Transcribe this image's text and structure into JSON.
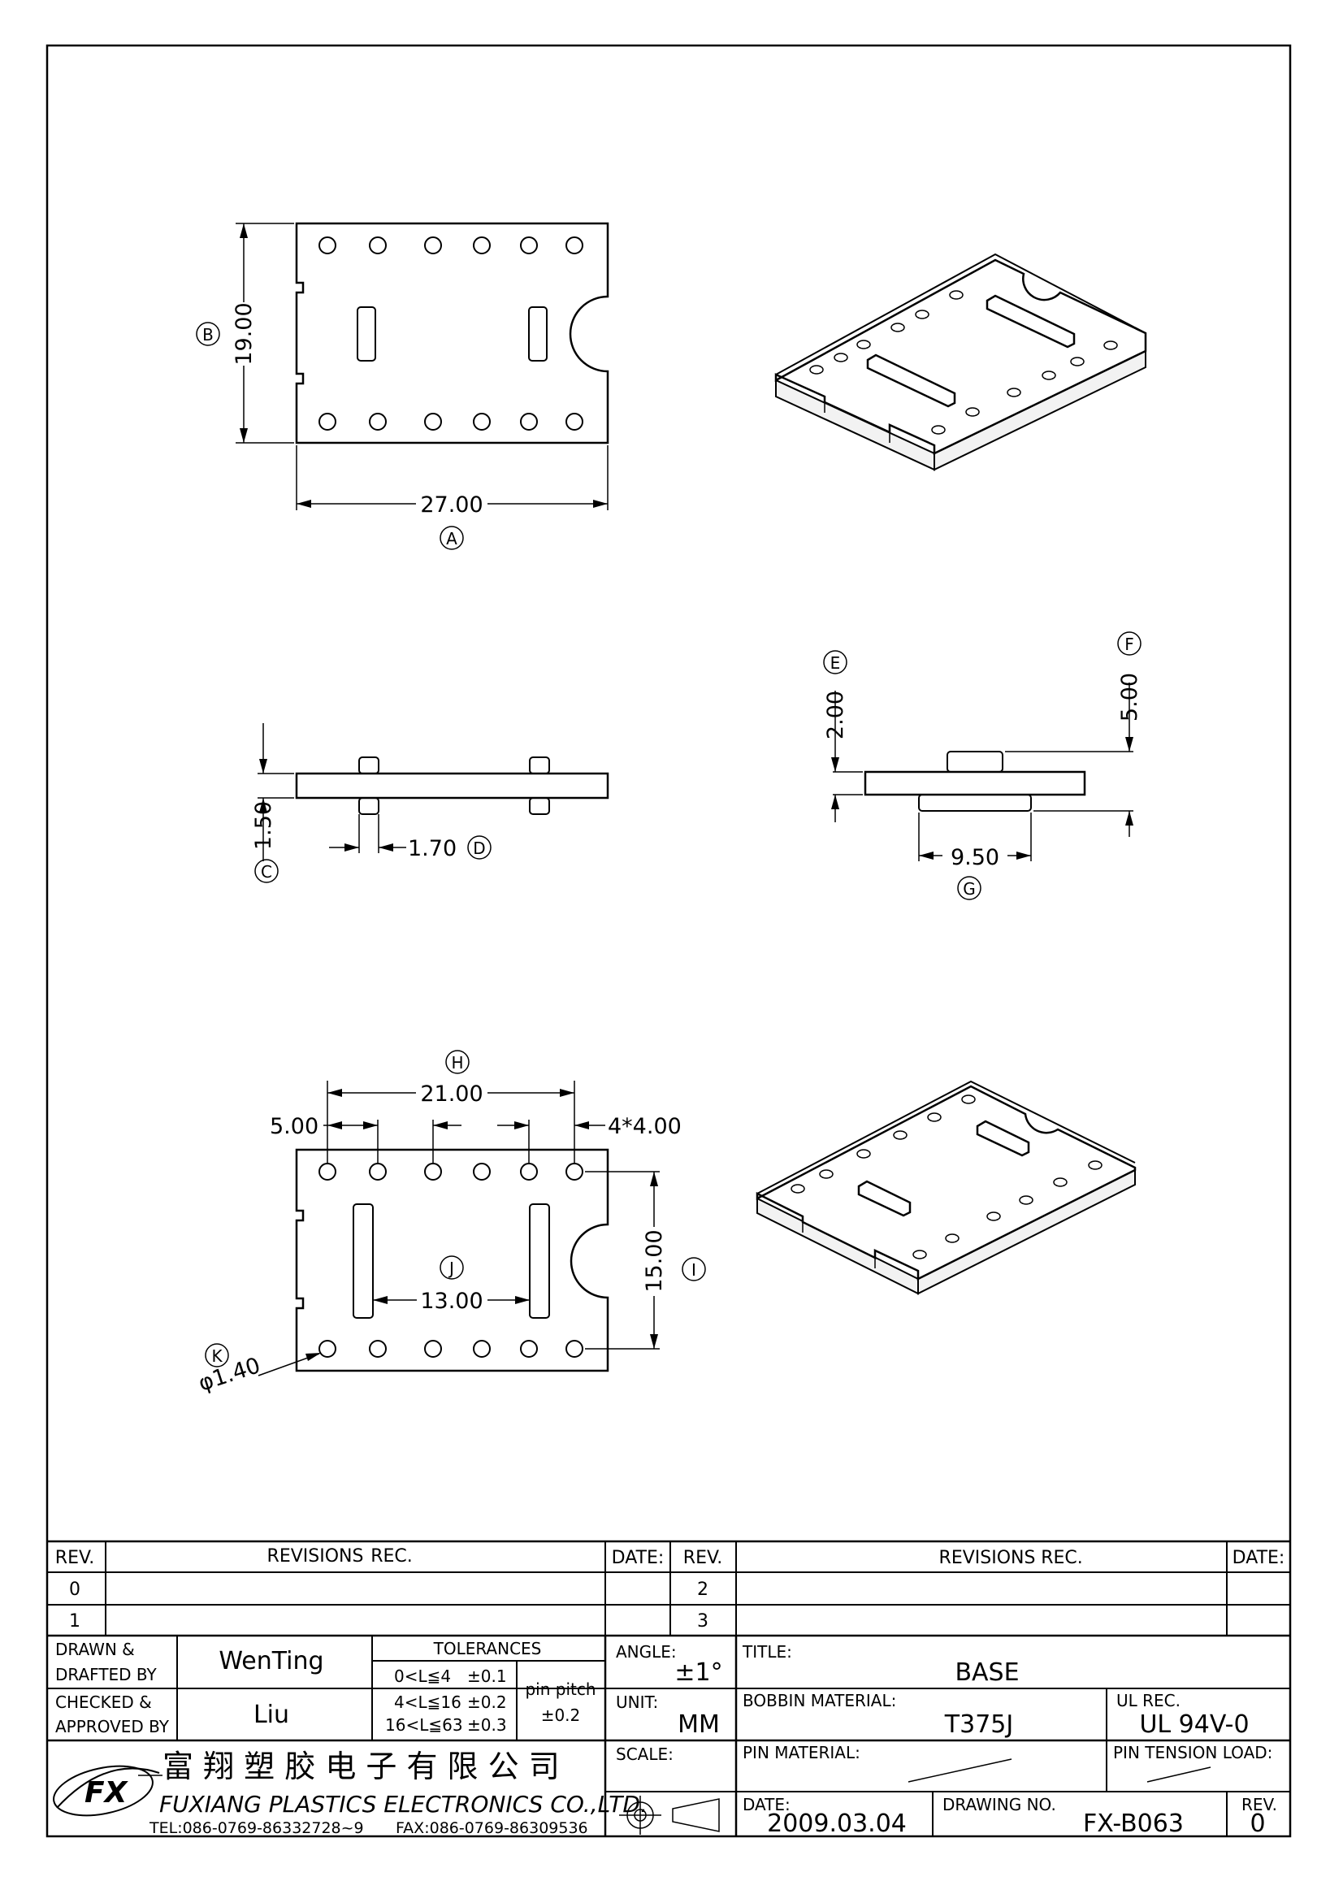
{
  "dimensions": {
    "width": "27.00",
    "height": "19.00",
    "thickness": "1.50",
    "boss_width": "1.70",
    "boss_height_top": "2.00",
    "overall_height": "5.00",
    "bottom_width": "9.50",
    "pin_span": "21.00",
    "pin_offset": "5.00",
    "pin_pitch": "4*4.00",
    "row_spacing": "15.00",
    "slot_spacing": "13.00",
    "hole_dia": "φ1.40"
  },
  "balloons": {
    "a": "A",
    "b": "B",
    "c": "C",
    "d": "D",
    "e": "E",
    "f": "F",
    "g": "G",
    "h": "H",
    "i": "I",
    "j": "J",
    "k": "K"
  },
  "revisions": {
    "header": {
      "rev": "REV.",
      "revisions": "REVISIONS",
      "rec": "REC.",
      "date": "DATE:"
    },
    "rows_left": [
      "0",
      "1"
    ],
    "rows_right": [
      "2",
      "3"
    ]
  },
  "title_block": {
    "drawn_label_1": "DRAWN &",
    "drawn_label_2": "DRAFTED BY",
    "drawn_by": "WenTing",
    "checked_label_1": "CHECKED &",
    "checked_label_2": "APPROVED BY",
    "checked_by": "Liu",
    "tolerances_label": "TOLERANCES",
    "tol_1_range": "0<L≦4",
    "tol_1_value": "±0.1",
    "tol_2_range": "4<L≦16",
    "tol_2_value": "±0.2",
    "tol_3_range": "16<L≦63",
    "tol_3_value": "±0.3",
    "pin_pitch_label": "pin pitch",
    "pin_pitch_value": "±0.2",
    "angle_label": "ANGLE:",
    "angle_value": "±1°",
    "unit_label": "UNIT:",
    "unit_value": "MM",
    "scale_label": "SCALE:",
    "title_label": "TITLE:",
    "title_value": "BASE",
    "bobbin_material_label": "BOBBIN MATERIAL:",
    "bobbin_material_value": "T375J",
    "ul_rec_label": "UL REC.",
    "ul_rec_value": "UL 94V-0",
    "pin_material_label": "PIN MATERIAL:",
    "pin_tension_label": "PIN TENSION LOAD:",
    "date_label": "DATE:",
    "date_value": "2009.03.04",
    "drawing_no_label": "DRAWING NO.",
    "drawing_no_value": "FX-B063",
    "rev_label": "REV.",
    "rev_value": "0"
  },
  "company": {
    "logo_text": "FX",
    "name_cn": "富 翔 塑 胶 电 子 有 限 公 司",
    "name_en": "FUXIANG PLASTICS ELECTRONICS CO.,LTD.",
    "tel": "TEL:086-0769-86332728~9",
    "fax": "FAX:086-0769-86309536"
  }
}
